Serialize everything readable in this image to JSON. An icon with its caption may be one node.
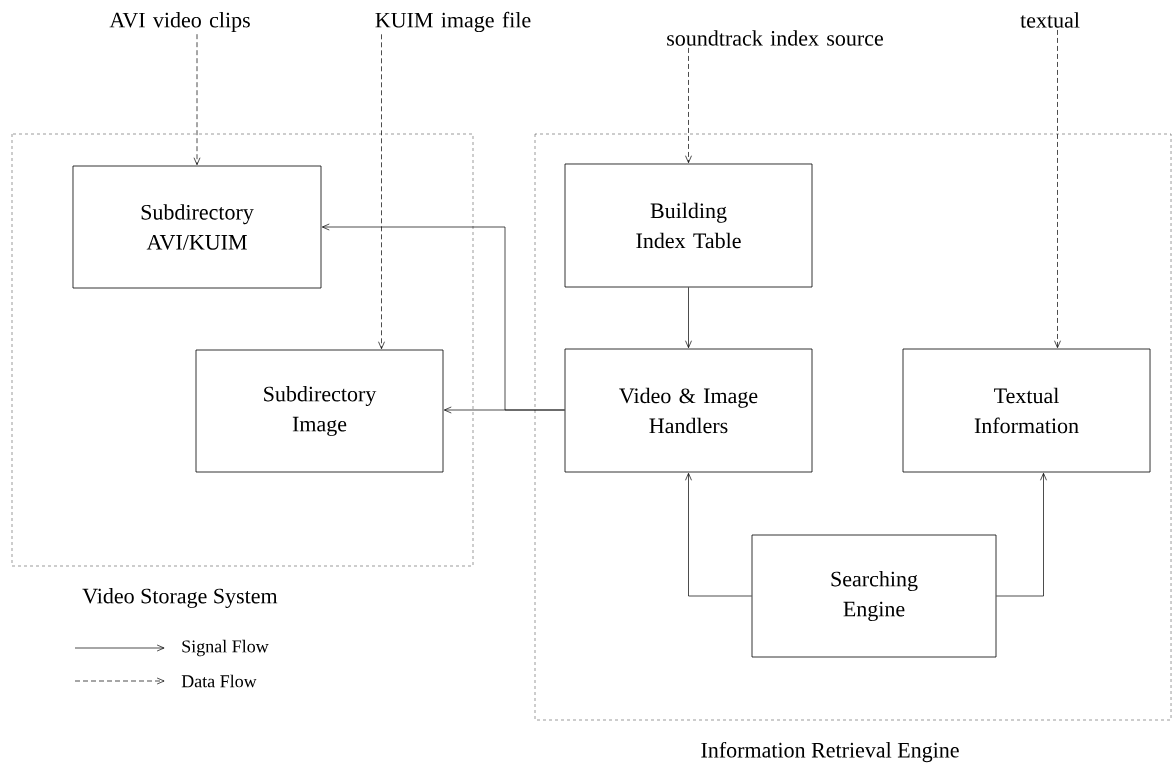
{
  "diagram": {
    "nodes": [
      {
        "text": [
          "Video Storage System"
        ]
      },
      {
        "text": [
          "Subdirectory AVI/KUIM"
        ],
        "in": 0
      },
      {
        "text": [
          "Subdirectory Image"
        ],
        "in": 0
      },
      {
        "text": [
          "Information Retrieval Engine"
        ]
      },
      {
        "text": [
          "Building Index Table"
        ],
        "in": 3
      },
      {
        "text": [
          "Video & Image Handlers"
        ],
        "in": 3
      },
      {
        "text": [
          "Textual Information"
        ],
        "in": 3
      },
      {
        "text": [
          "Searching Engine"
        ],
        "in": 3
      },
      {
        "text": [
          "AVI video clips"
        ]
      },
      {
        "text": [
          "KUIM image file"
        ]
      },
      {
        "text": [
          "soundtrack index source"
        ]
      },
      {
        "text": [
          "textual"
        ]
      }
    ],
    "edges": [
      {
        "from": 8,
        "to": 1,
        "arrow": "to",
        "style": "dashed"
      },
      {
        "from": 9,
        "to": 2,
        "arrow": "to",
        "style": "dashed"
      },
      {
        "from": 10,
        "to": 4,
        "arrow": "to",
        "style": "dashed"
      },
      {
        "from": 11,
        "to": 6,
        "arrow": "to",
        "style": "dashed"
      },
      {
        "from": 4,
        "to": 5,
        "arrow": "to"
      },
      {
        "from": 5,
        "to": 1,
        "arrow": "to"
      },
      {
        "from": 5,
        "to": 2,
        "arrow": "to"
      },
      {
        "from": 7,
        "to": 5,
        "arrow": "to"
      },
      {
        "from": 7,
        "to": 6,
        "arrow": "to"
      }
    ],
    "legend": [
      {
        "text": "Signal Flow"
      },
      {
        "text": "Data Flow"
      }
    ]
  }
}
